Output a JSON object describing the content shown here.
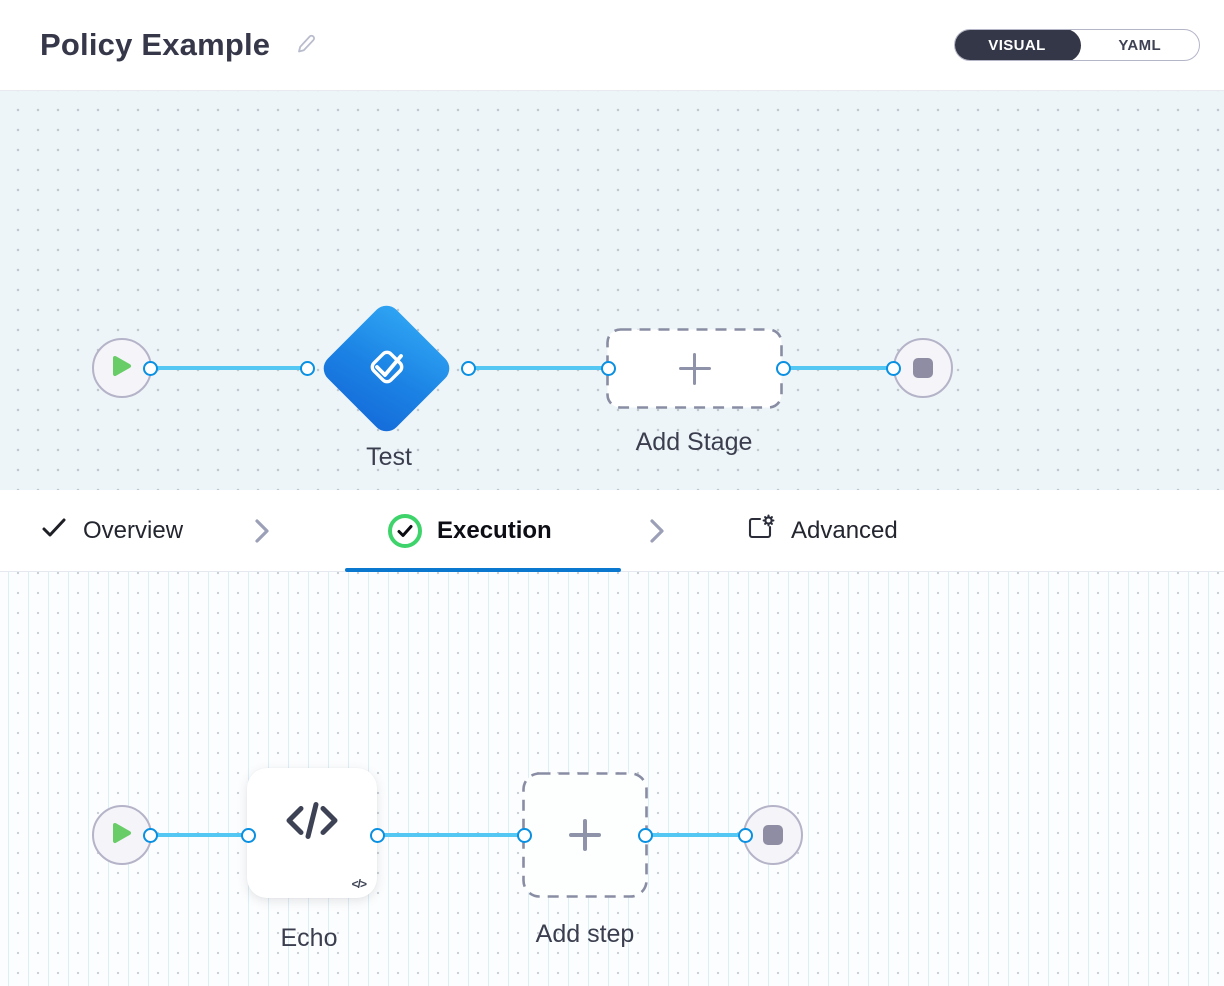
{
  "header": {
    "title": "Policy Example"
  },
  "view_toggle": {
    "selected": "VISUAL",
    "options": [
      {
        "label": "VISUAL"
      },
      {
        "label": "YAML"
      }
    ]
  },
  "stage_canvas": {
    "stage_label": "Test",
    "add_stage_label": "Add Stage"
  },
  "tabs": {
    "items": [
      {
        "label": "Overview",
        "state": "complete"
      },
      {
        "label": "Execution",
        "state": "active"
      },
      {
        "label": "Advanced",
        "state": "default"
      }
    ]
  },
  "step_canvas": {
    "step_label": "Echo",
    "step_badge": "</>",
    "add_step_label": "Add step"
  },
  "colors": {
    "accent_blue": "#0b78d0",
    "connector_blue": "#55c7f3",
    "endpoint_ring": "#0a90e2",
    "stage_gradient_start": "#2fa5f3",
    "stage_gradient_end": "#156cda",
    "success_green": "#3fd36b",
    "play_green": "#68cd67",
    "toggle_dark": "#343747",
    "canvas_top_bg": "#eef5f8",
    "canvas_bottom_bg": "#fcfdfe"
  }
}
